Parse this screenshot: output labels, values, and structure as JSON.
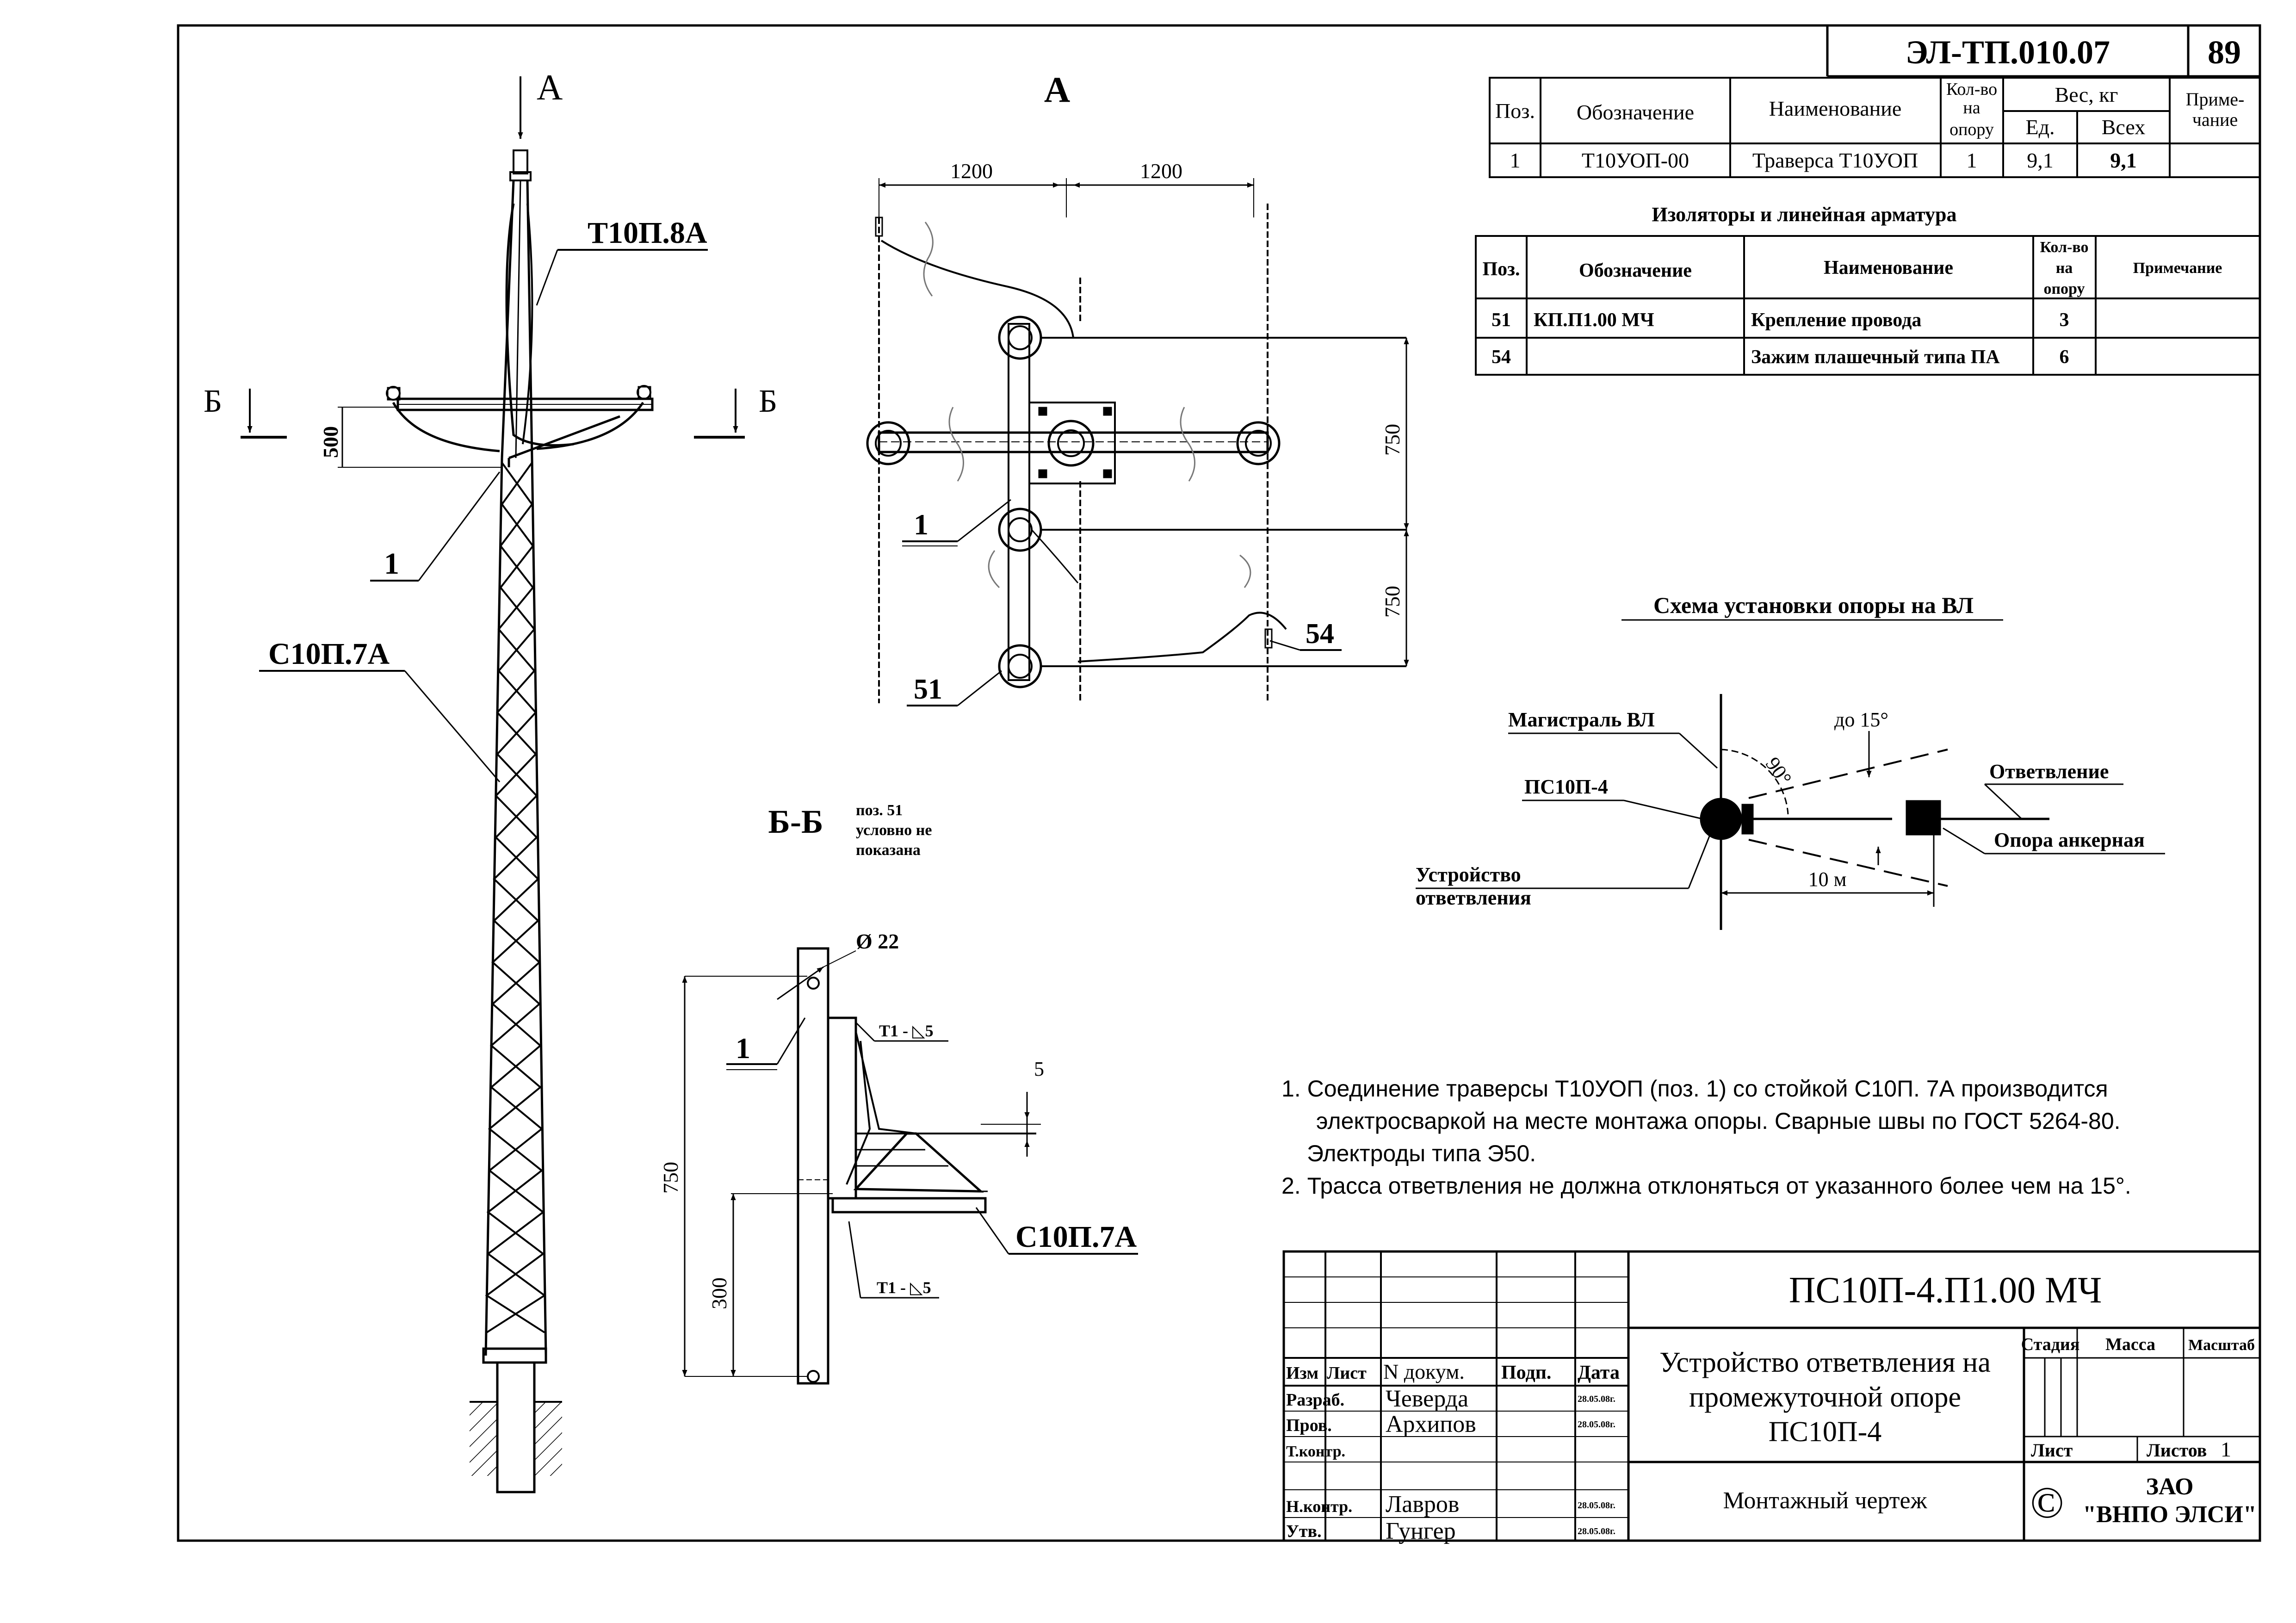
{
  "sheet": {
    "code": "ЭЛ-ТП.010.07",
    "page": "89"
  },
  "parts_table": {
    "headers": {
      "pos": "Поз.",
      "designation": "Обозначение",
      "name": "Наименование",
      "qty_l1": "Кол-во",
      "qty_l2": "на",
      "qty_l3": "опору",
      "weight": "Вес, кг",
      "unit": "Ед.",
      "total": "Всех",
      "note_l1": "Приме-",
      "note_l2": "чание"
    },
    "rows": [
      {
        "pos": "1",
        "designation": "Т10УОП-00",
        "name": "Траверса Т10УОП",
        "qty": "1",
        "unit": "9,1",
        "total": "9,1"
      }
    ]
  },
  "insulators_table": {
    "title": "Изоляторы и линейная арматура",
    "headers": {
      "pos": "Поз.",
      "designation": "Обозначение",
      "name": "Наименование",
      "qty_l1": "Кол-во",
      "qty_l2": "на",
      "qty_l3": "опору",
      "note": "Примечание"
    },
    "rows": [
      {
        "pos": "51",
        "designation": "КП.П1.00 МЧ",
        "name": "Крепление провода",
        "qty": "3"
      },
      {
        "pos": "54",
        "designation": "",
        "name": "Зажим плашечный типа ПА",
        "qty": "6"
      }
    ]
  },
  "main_view": {
    "arrow_a": "А",
    "section_b_left": "Б",
    "section_b_right": "Б",
    "label_t10": "Т10П.8А",
    "label_1": "1",
    "label_c10": "С10П.7А",
    "dim_500": "500"
  },
  "view_a": {
    "title": "А",
    "dim_1200_left": "1200",
    "dim_1200_right": "1200",
    "dim_750_top": "750",
    "dim_750_bottom": "750",
    "label_1": "1",
    "label_51": "51",
    "label_54": "54"
  },
  "section_bb": {
    "title": "Б-Б",
    "note_l1": "поз. 51",
    "note_l2": "условно не",
    "note_l3": "показана",
    "diameter": "Ø 22",
    "label_1": "1",
    "weld_top": "Т1 - ◺5",
    "weld_bottom": "Т1 - ◺5",
    "dim_5": "5",
    "dim_750": "750",
    "dim_300": "300",
    "label_c10": "С10П.7А"
  },
  "scheme": {
    "title": "Схема установки опоры на ВЛ",
    "main_line": "Магистраль ВЛ",
    "pole": "ПС10П-4",
    "device_l1": "Устройство",
    "device_l2": "ответвления",
    "branch": "Ответвление",
    "anchor_pole": "Опора анкерная",
    "angle_90": "90°",
    "angle_15": "до 15°",
    "dist_10m": "10 м"
  },
  "notes": [
    "1. Соединение траверсы Т10УОП (поз. 1) со стойкой С10П. 7А производится",
    "электросваркой на месте монтажа опоры. Сварные швы по ГОСТ 5264-80.",
    "Электроды типа Э50.",
    "2. Трасса ответвления не должна отклоняться от указанного более чем на 15°."
  ],
  "title_block": {
    "doc_code": "ПС10П-4.П1.00 МЧ",
    "title_l1": "Устройство ответвления на",
    "title_l2": "промежуточной опоре",
    "title_l3": "ПС10П-4",
    "drawing_type": "Монтажный чертеж",
    "stage": "Стадия",
    "mass": "Масса",
    "scale": "Масштаб",
    "sheet": "Лист",
    "sheets": "Листов",
    "sheets_count": "1",
    "company_l1": "ЗАО",
    "company_l2": "\"ВНПО ЭЛСИ\"",
    "copyright": "©",
    "col_izm": "Изм",
    "col_list": "Лист",
    "col_ndoc": "N докум.",
    "col_podp": "Подп.",
    "col_data": "Дата",
    "roles": [
      {
        "role": "Разраб.",
        "name": "Чеверда",
        "date": "28.05.08г."
      },
      {
        "role": "Пров.",
        "name": "Архипов",
        "date": "28.05.08г."
      },
      {
        "role": "Т.контр.",
        "name": "",
        "date": ""
      },
      {
        "role": "Н.контр.",
        "name": "Лавров",
        "date": "28.05.08г."
      },
      {
        "role": "Утв.",
        "name": "Гунгер",
        "date": "28.05.08г."
      }
    ]
  }
}
